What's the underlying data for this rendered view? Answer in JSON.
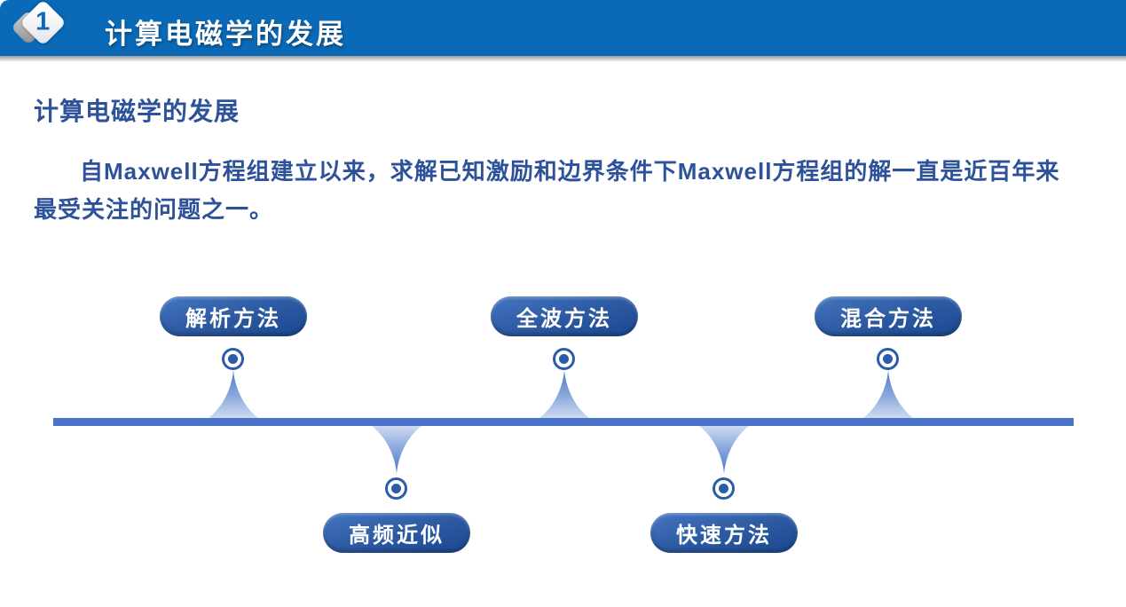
{
  "header": {
    "number": "1",
    "title": "计算电磁学的发展"
  },
  "section": {
    "heading": "计算电磁学的发展",
    "paragraph_lines": [
      "自Maxwell方程组建立以来，求解已知激励和边界条件下Maxwell方程组的解一直是近百年来",
      "最受关注的问题之一。"
    ]
  },
  "timeline": {
    "methods": [
      {
        "label": "解析方法",
        "position": "above"
      },
      {
        "label": "高频近似",
        "position": "below"
      },
      {
        "label": "全波方法",
        "position": "above"
      },
      {
        "label": "快速方法",
        "position": "below"
      },
      {
        "label": "混合方法",
        "position": "above"
      }
    ]
  },
  "colors": {
    "header_bg": "#0b6ab7",
    "header_text": "#ffffff",
    "body_text": "#2d5299",
    "pill_gradient_top": "#4476c1",
    "pill_gradient_bottom": "#1b4991",
    "timeline_bar": "#4a73c7",
    "marker": "#2b5caa",
    "spike_tip": "#4d77c4",
    "spike_base": "#cfdaf2"
  }
}
